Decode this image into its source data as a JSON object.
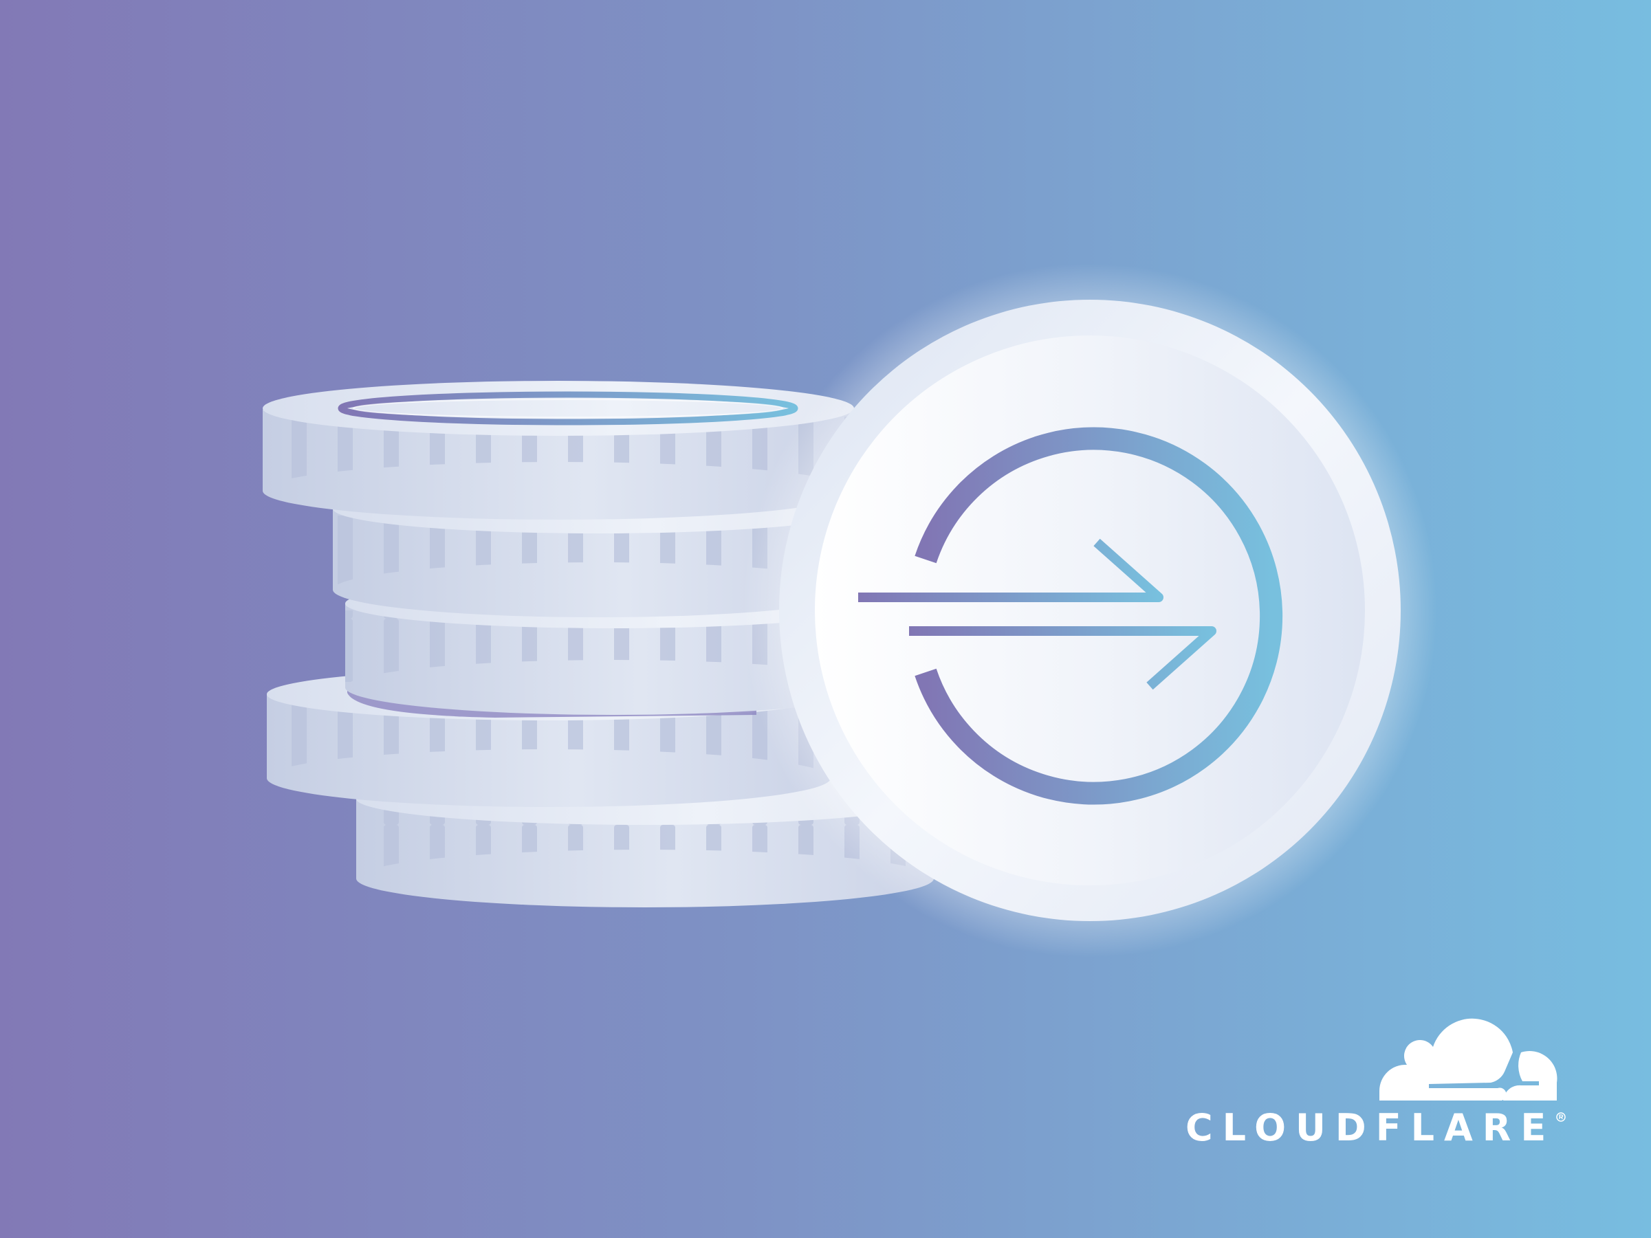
{
  "brand": {
    "name": "CLOUDFLARE",
    "trademark_icon": "registered-icon",
    "logo_icon": "cloud-icon"
  },
  "illustration": {
    "subject": "coin-stack",
    "coin_count": 6,
    "featured_coin_icon": "circle-arrow-exchange-icon"
  },
  "colors": {
    "background_left": "#8279B6",
    "background_right": "#78BDE0",
    "coin": "#E4EAF5",
    "coin_ridge": "#BCC6DE",
    "icon_gradient_start": "#8176B4",
    "icon_gradient_end": "#78C0DE",
    "logo": "#FFFFFF"
  }
}
